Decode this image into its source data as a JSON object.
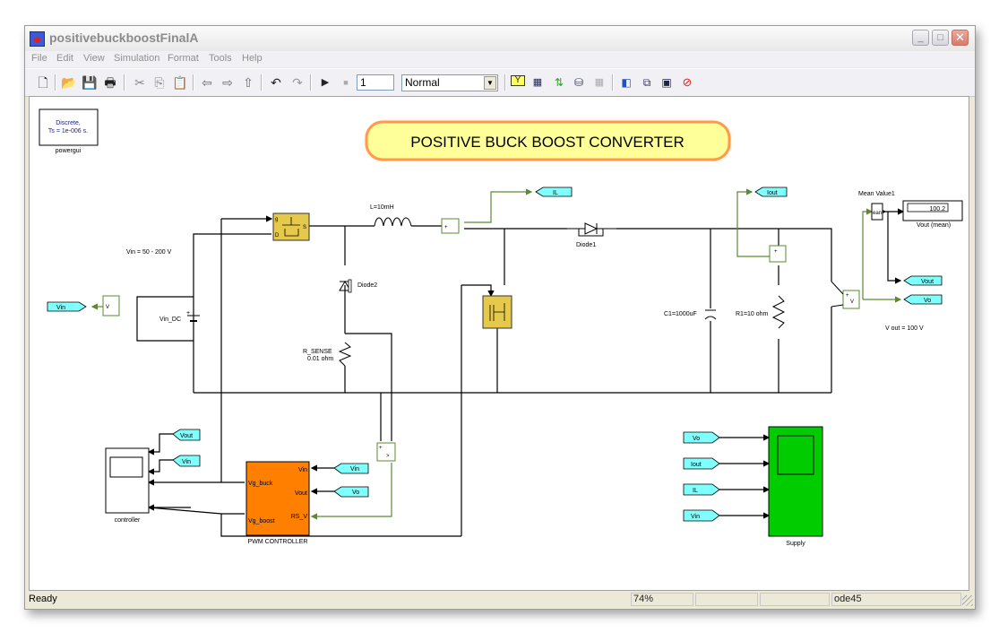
{
  "window": {
    "title": "positivebuckboostFinalA",
    "controls": {
      "minimize": "_",
      "maximize": "□",
      "close": "✕"
    }
  },
  "menu": [
    "File",
    "Edit",
    "View",
    "Simulation",
    "Format",
    "Tools",
    "Help"
  ],
  "toolbar": {
    "icons": [
      "new-model-icon",
      "open-icon",
      "save-icon",
      "print-icon",
      "cut-icon",
      "copy-icon",
      "paste-icon",
      "back-icon",
      "forward-icon",
      "up-icon",
      "undo-icon",
      "redo-icon",
      "start-simulation-icon",
      "stop-simulation-icon",
      "update-diagram-icon",
      "build-icon",
      "refresh-icon",
      "library-browser-icon",
      "model-explorer-icon",
      "model-browser-icon",
      "debugger-icon"
    ],
    "stop_time": "1",
    "sim_mode": "Normal"
  },
  "diagram": {
    "title_banner": "POSITIVE BUCK BOOST CONVERTER",
    "powergui": {
      "line1": "Discrete,",
      "line2": "Ts = 1e-006 s.",
      "label": "powergui"
    },
    "vin_range": "Vin = 50 - 200 V",
    "vin_dc": "Vin_DC",
    "inductor": "L=10mH",
    "diode1": "Diode1",
    "diode2": "Diode2",
    "r_sense": {
      "line1": "R_SENSE",
      "line2": "0.01 ohm"
    },
    "capacitor": "C1=1000uF",
    "resistor": "R1=10 ohm",
    "mean_value": "Mean Value1",
    "mean_block_text": "ean",
    "display_value": "100.2",
    "display_label": "Vout (mean)",
    "vout_note": "V out = 100 V",
    "voltmeter_v": "V",
    "goto_tags": {
      "il": "IL",
      "iout": "Iout",
      "vout": "Vout",
      "vo": "Vo",
      "vin": "Vin"
    },
    "from_tags_controller": [
      "Vout",
      "Vin"
    ],
    "from_tags_pwm": [
      "Vin",
      "Vo"
    ],
    "from_tags_supply": [
      "Vo",
      "Iout",
      "IL",
      "Vin"
    ],
    "pwm_controller": {
      "label": "PWM CONTROLLER",
      "in1": "Vg_buck",
      "in2": "Vg_boost",
      "out1": "Vin",
      "out2": "Vout",
      "out3": "RS_V"
    },
    "scope_controller": "controller",
    "scope_supply": "Supply",
    "mosfet_ports": {
      "g": "g",
      "d": "D",
      "s": "S"
    }
  },
  "status": {
    "text": "Ready",
    "zoom": "74%",
    "cell2": "",
    "cell3": "",
    "solver": "ode45"
  },
  "colors": {
    "block_yellow": "#e6c84a",
    "pwm_orange": "#ff8000",
    "scope_green": "#00cc00",
    "tag_cyan": "#80ffff",
    "signal_green": "#5a8a32",
    "banner_fill": "#ffff99",
    "banner_border": "#ff9040"
  }
}
